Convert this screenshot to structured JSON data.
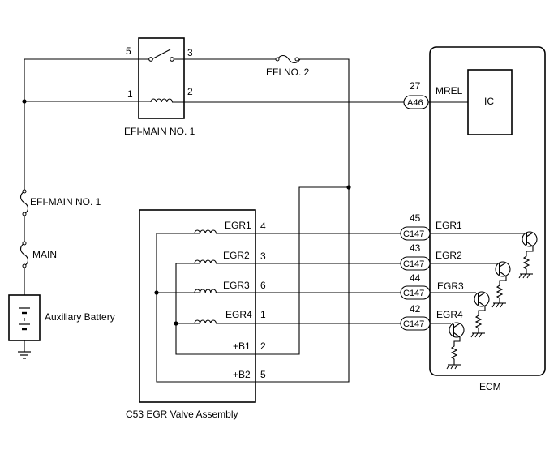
{
  "relay": {
    "label": "EFI-MAIN NO. 1",
    "pin5": "5",
    "pin3": "3",
    "pin1": "1",
    "pin2": "2"
  },
  "fuses": {
    "efi_no2": "EFI NO. 2",
    "efi_main_no1": "EFI-MAIN NO. 1",
    "main": "MAIN"
  },
  "battery": {
    "label": "Auxiliary Battery"
  },
  "ecm": {
    "label": "ECM",
    "ic_label": "IC",
    "mrel": {
      "label": "MREL",
      "pin": "27",
      "connector": "A46"
    },
    "egr_lines": [
      {
        "label": "EGR1",
        "pin": "45",
        "connector": "C147"
      },
      {
        "label": "EGR2",
        "pin": "43",
        "connector": "C147"
      },
      {
        "label": "EGR3",
        "pin": "44",
        "connector": "C147"
      },
      {
        "label": "EGR4",
        "pin": "42",
        "connector": "C147"
      }
    ]
  },
  "valve": {
    "label": "C53  EGR Valve Assembly",
    "terminals": [
      {
        "label": "EGR1",
        "pin": "4"
      },
      {
        "label": "EGR2",
        "pin": "3"
      },
      {
        "label": "EGR3",
        "pin": "6"
      },
      {
        "label": "EGR4",
        "pin": "1"
      },
      {
        "label": "+B1",
        "pin": "2"
      },
      {
        "label": "+B2",
        "pin": "5"
      }
    ]
  }
}
